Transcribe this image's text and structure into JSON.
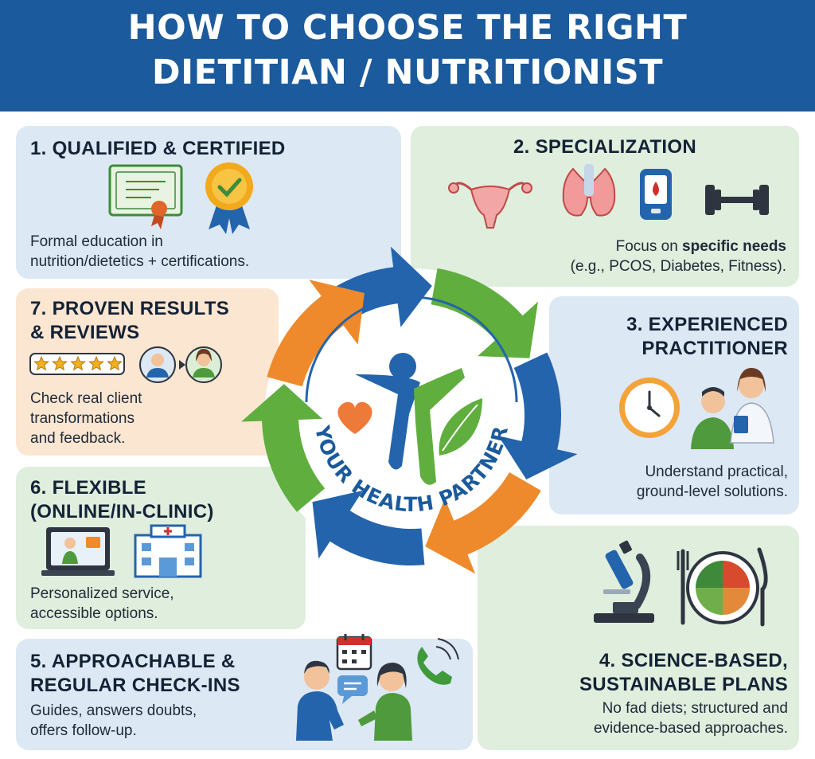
{
  "header": {
    "title_line1": "HOW TO CHOOSE THE RIGHT",
    "title_line2": "DIETITIAN / NUTRITIONIST"
  },
  "colors": {
    "header_blue": "#1b5a9c",
    "arrow_blue": "#2364ad",
    "arrow_green": "#5fae3e",
    "arrow_orange": "#ee8a2c",
    "panel_blue": "#dce8f3",
    "panel_green": "#dfeedd",
    "panel_orange": "#fbe6d2"
  },
  "center": {
    "label": "YOUR HEALTH PARTNER",
    "icons": [
      "person-icon",
      "heart-icon",
      "leaf-icon"
    ]
  },
  "panels": [
    {
      "title_line1": "1. QUALIFIED & CERTIFIED",
      "desc_line1": "Formal education in",
      "desc_line2": "nutrition/dietetics + certifications.",
      "icons": [
        "certificate-icon",
        "award-badge-icon"
      ]
    },
    {
      "title_line1": "2. SPECIALIZATION",
      "desc_line1_pre": "Focus on ",
      "desc_line1_bold": "specific needs",
      "desc_line2": "(e.g., PCOS, Diabetes, Fitness).",
      "icons": [
        "uterus-icon",
        "thyroid-icon",
        "glucose-meter-icon",
        "dumbbell-icon"
      ]
    },
    {
      "title_line1": "3. EXPERIENCED",
      "title_line2": "PRACTITIONER",
      "desc_line1": "Understand practical,",
      "desc_line2": "ground-level solutions.",
      "icons": [
        "clock-icon",
        "consultation-icon"
      ]
    },
    {
      "title_line1": "4. SCIENCE-BASED,",
      "title_line2": "SUSTAINABLE PLANS",
      "desc_line1": "No fad diets; structured and",
      "desc_line2": "evidence-based approaches.",
      "icons": [
        "microscope-icon",
        "balanced-plate-icon"
      ]
    },
    {
      "title_line1": "5. APPROACHABLE &",
      "title_line2": "REGULAR CHECK-INS",
      "desc_line1": "Guides, answers doubts,",
      "desc_line2": "offers follow-up.",
      "icons": [
        "calendar-icon",
        "chat-bubble-icon",
        "phone-icon",
        "conversation-icon"
      ]
    },
    {
      "title_line1": "6. FLEXIBLE",
      "title_line2": "(ONLINE/IN-CLINIC)",
      "desc_line1": "Personalized service,",
      "desc_line2": "accessible options.",
      "icons": [
        "video-call-laptop-icon",
        "clinic-building-icon"
      ]
    },
    {
      "title_line1": "7. PROVEN RESULTS",
      "title_line2": "& REVIEWS",
      "desc_line1": "Check real client",
      "desc_line2": "transformations",
      "desc_line3": "and feedback.",
      "stars": 5,
      "icons": [
        "five-star-rating-icon",
        "before-avatar-icon",
        "after-avatar-icon"
      ]
    }
  ]
}
